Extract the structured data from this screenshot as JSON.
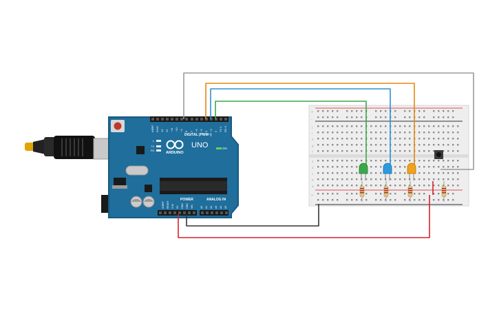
{
  "colors": {
    "background": "#ffffff",
    "board": "#1f6e9c",
    "board_edge": "#175a80",
    "breadboard": "#eeeeee",
    "wire_gray": "#9a9a9a",
    "wire_orange": "#e8860f",
    "wire_blue": "#2b8fd6",
    "wire_green": "#3aa84a",
    "wire_black": "#333333",
    "wire_red": "#d2232a",
    "led_green": "#3aa84a",
    "led_blue": "#2b9be0",
    "led_yellow": "#f0a21a"
  },
  "board": {
    "digital_label": "DIGITAL (PWM~)",
    "brand": "ARDUINO",
    "model": "UNO",
    "on_label": "ON",
    "power_label": "POWER",
    "analog_label": "ANALOG IN",
    "l_label": "L",
    "tx_label": "TX",
    "rx_label": "RX",
    "top_pins": [
      "AREF",
      "GND",
      "13",
      "12",
      "~11",
      "~10",
      "~9",
      "8",
      "7",
      "~6",
      "~5",
      "4",
      "~3",
      "2",
      "TX 1",
      "RX 0"
    ],
    "power_pins": [
      "IOREF",
      "RESET",
      "3.3V",
      "5V",
      "GND",
      "GND",
      "VIN"
    ],
    "analog_pins": [
      "A0",
      "A1",
      "A2",
      "A3",
      "A4",
      "A5"
    ]
  },
  "breadboard": {
    "row_letters_top": [
      "j",
      "i",
      "h",
      "g",
      "f"
    ],
    "row_letters_bottom": [
      "e",
      "d",
      "c",
      "b",
      "a"
    ],
    "rail_plus": "+",
    "rail_minus": "-"
  },
  "components": {
    "leds": [
      "led-green",
      "led-blue",
      "led-yellow"
    ],
    "resistor_count": 4,
    "button": "pushbutton"
  }
}
